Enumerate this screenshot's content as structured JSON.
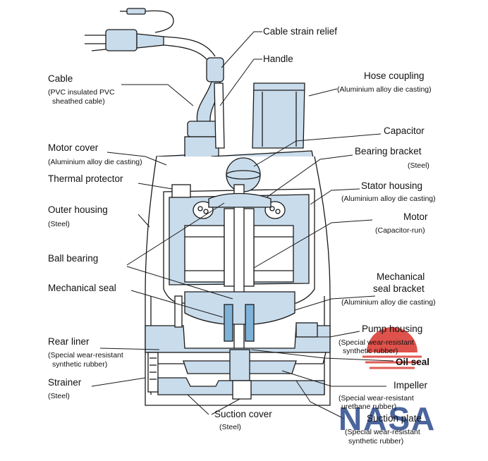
{
  "labels": {
    "cable_strain_relief": "Cable strain relief",
    "handle": "Handle",
    "cable": "Cable",
    "cable_sub_1": "(PVC insulated PVC",
    "cable_sub_2": "sheathed cable)",
    "hose_coupling": "Hose coupling",
    "hose_coupling_sub": "(Aluminium alloy die casting)",
    "capacitor": "Capacitor",
    "motor_cover": "Motor cover",
    "motor_cover_sub": "(Aluminium alloy die casting)",
    "bearing_bracket": "Bearing bracket",
    "bearing_bracket_sub": "(Steel)",
    "thermal_protector": "Thermal protector",
    "stator_housing": "Stator housing",
    "stator_housing_sub": "(Aluminium alloy die casting)",
    "outer_housing": "Outer housing",
    "outer_housing_sub": "(Steel)",
    "motor": "Motor",
    "motor_sub": "(Capacitor-run)",
    "ball_bearing": "Ball bearing",
    "mechanical_seal_bracket_1": "Mechanical",
    "mechanical_seal_bracket_2": "seal bracket",
    "mechanical_seal_bracket_sub": "(Aluminium alloy die casting)",
    "mechanical_seal": "Mechanical seal",
    "pump_housing": "Pump housing",
    "pump_housing_sub_1": "(Special wear-resistant",
    "pump_housing_sub_2": "synthetic rubber)",
    "rear_liner": "Rear liner",
    "rear_liner_sub_1": "(Special wear-resistant",
    "rear_liner_sub_2": "synthetic rubber)",
    "oil_seal": "Oil seal",
    "strainer": "Strainer",
    "strainer_sub": "(Steel)",
    "impeller": "Impeller",
    "impeller_sub_1": "(Special wear-resistant",
    "impeller_sub_2": "urethane rubber)",
    "suction_cover": "Suction cover",
    "suction_cover_sub": "(Steel)",
    "suction_plate": "Suction plate",
    "suction_plate_sub_1": "(Special wear-resistant",
    "suction_plate_sub_2": "synthetic rubber)"
  },
  "watermark": {
    "text": "NASA"
  },
  "colors": {
    "part_fill": "#c9dcec",
    "outline": "#1a1a1a",
    "leader": "#1a1a1a",
    "watermark_blue": "#2c4b8c",
    "watermark_red": "#d9342b"
  }
}
